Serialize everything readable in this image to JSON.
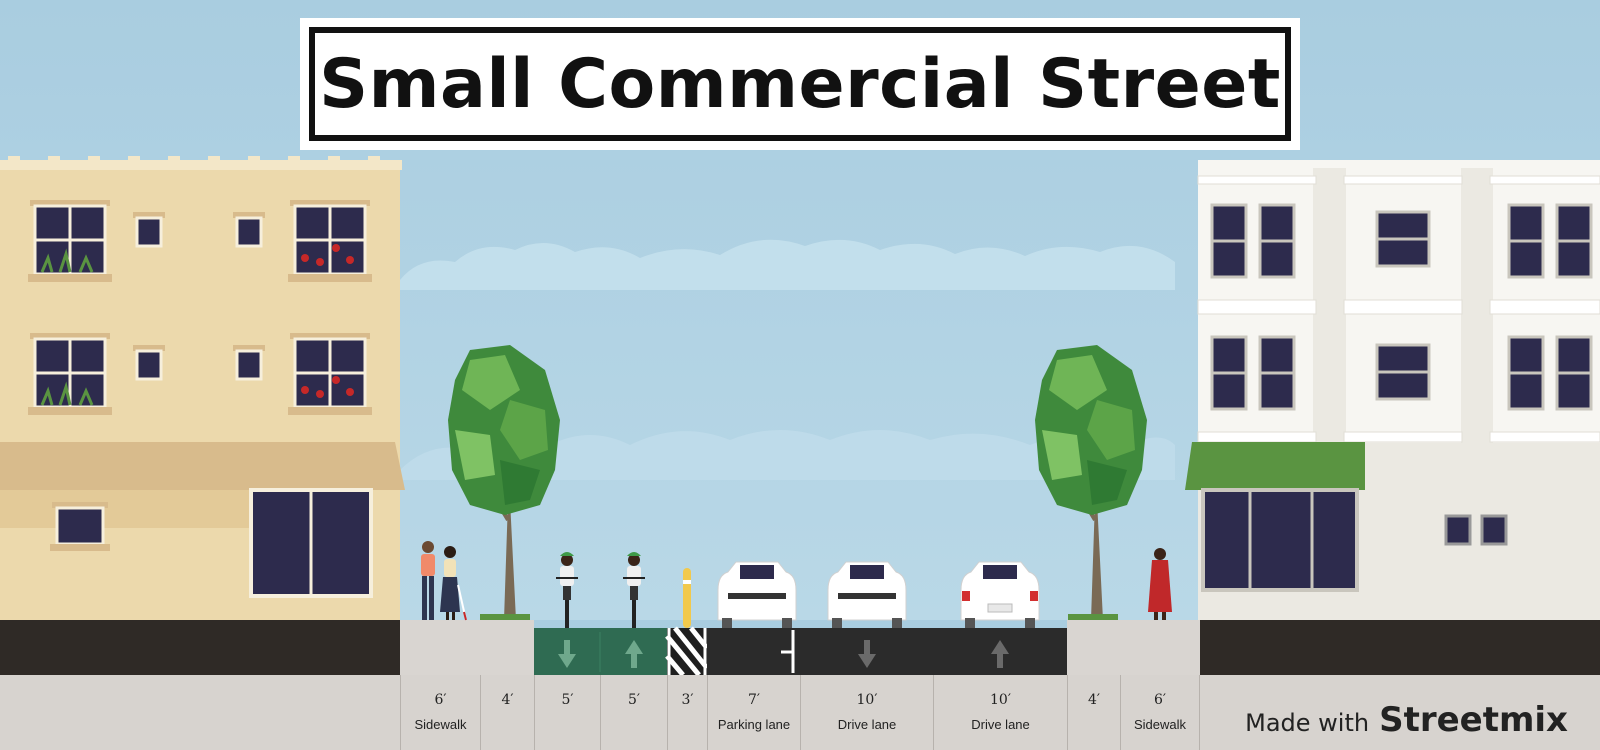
{
  "title": "Small Commercial Street",
  "credit": {
    "prefix": "Made with",
    "brand": "Streetmix"
  },
  "segments": [
    {
      "width": "6′",
      "name": "Sidewalk"
    },
    {
      "width": "4′",
      "name": ""
    },
    {
      "width": "5′",
      "name": ""
    },
    {
      "width": "5′",
      "name": ""
    },
    {
      "width": "3′",
      "name": ""
    },
    {
      "width": "7′",
      "name": "Parking lane"
    },
    {
      "width": "10′",
      "name": "Drive lane"
    },
    {
      "width": "10′",
      "name": "Drive lane"
    },
    {
      "width": "4′",
      "name": ""
    },
    {
      "width": "6′",
      "name": "Sidewalk"
    }
  ],
  "colors": {
    "sky": "#a9cde0",
    "asphalt": "#2b2b2b",
    "bike_lane": "#2f6b52",
    "sidewalk": "#d9d5d1",
    "left_building": "#ecd9ac",
    "right_building": "#ebe9e2",
    "green_awning": "#5a9441",
    "tan_awning": "#d8bb8c",
    "window": "#2d2b4d"
  },
  "icons": [
    "down-arrow-icon",
    "up-arrow-icon",
    "tree-icon",
    "car-icon",
    "cyclist-icon",
    "pedestrian-icon",
    "bollard-icon"
  ]
}
